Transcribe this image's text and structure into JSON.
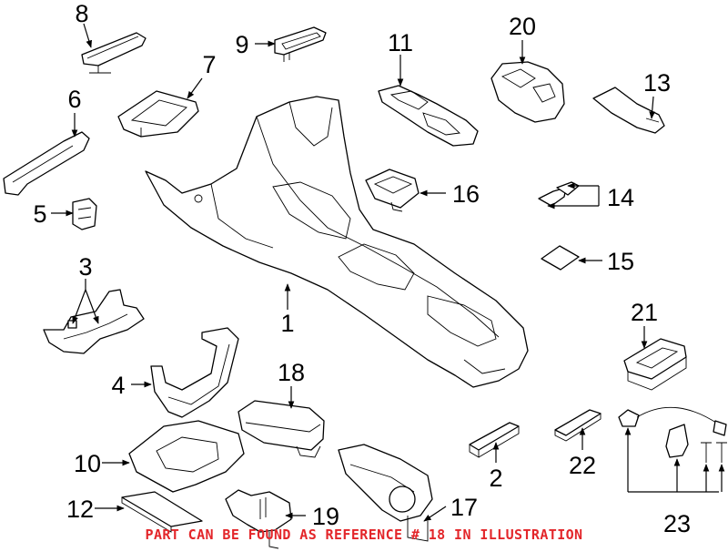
{
  "callouts": {
    "c1": "1",
    "c2": "2",
    "c3": "3",
    "c4": "4",
    "c5": "5",
    "c6": "6",
    "c7": "7",
    "c8": "8",
    "c9": "9",
    "c10": "10",
    "c11": "11",
    "c12": "12",
    "c13": "13",
    "c14": "14",
    "c15": "15",
    "c16": "16",
    "c17": "17",
    "c18": "18",
    "c19": "19",
    "c20": "20",
    "c21": "21",
    "c22": "22",
    "c23": "23"
  },
  "footer_note": "PART CAN BE FOUND AS REFERENCE # 18 IN ILLUSTRATION",
  "colors": {
    "note": "#e3262a",
    "line": "#000000",
    "background": "#ffffff"
  }
}
